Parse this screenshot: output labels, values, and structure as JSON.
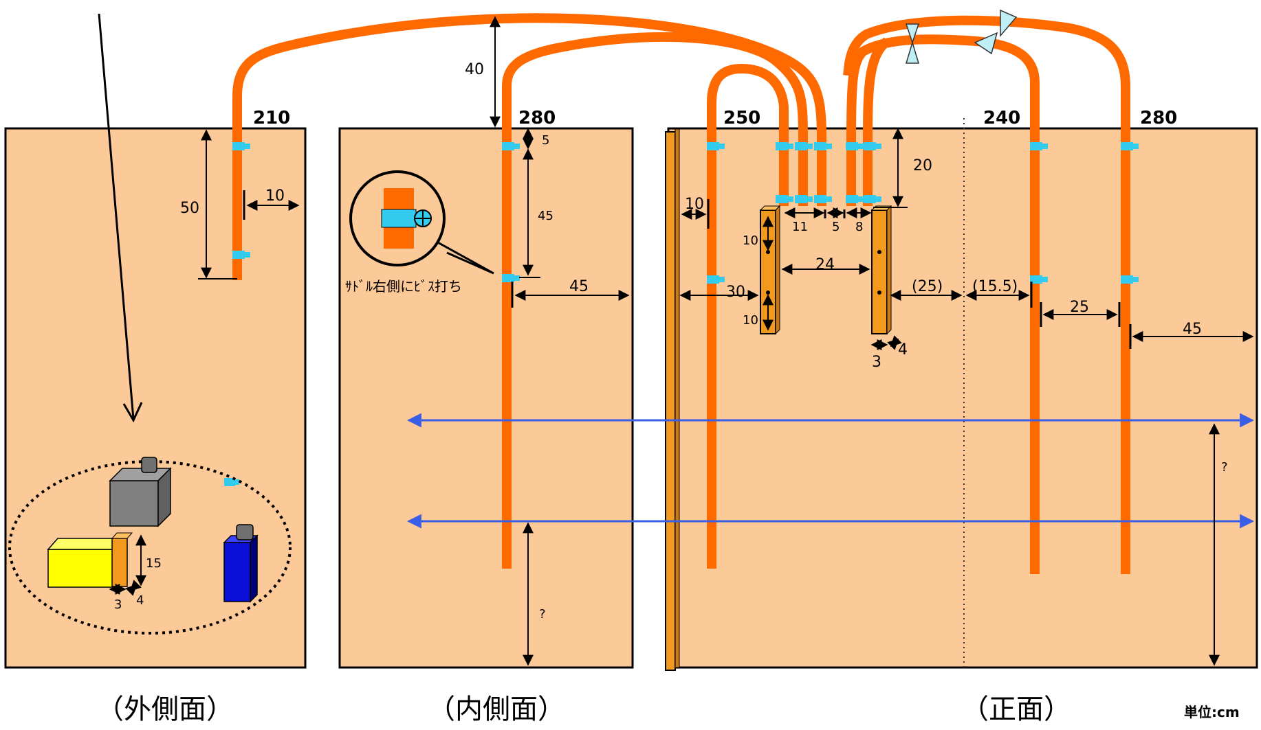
{
  "diagram": {
    "unit_label": "単位:cm",
    "views": [
      {
        "title": "（外側面）"
      },
      {
        "title": "（内側面）"
      },
      {
        "title": "（正面）"
      }
    ],
    "hose_lengths": {
      "outer": "210",
      "inner": "280",
      "front_1": "250",
      "front_2": "240",
      "front_3": "280"
    },
    "dimensions": {
      "outer_50": "50",
      "outer_10": "10",
      "outer_15": "15",
      "outer_3": "3",
      "outer_4": "4",
      "inner_40": "40",
      "inner_5": "5",
      "inner_45v": "45",
      "inner_45h": "45",
      "inner_q": "?",
      "front_10": "10",
      "front_20": "20",
      "front_11": "11",
      "front_5": "5",
      "front_8": "8",
      "front_10a": "10",
      "front_10b": "10",
      "front_24": "24",
      "front_30": "30",
      "front_25p": "(25)",
      "front_155p": "(15.5)",
      "front_25": "25",
      "front_45": "45",
      "front_3": "3",
      "front_4": "4",
      "front_q": "?"
    },
    "note_screw": "ｻﾄﾞﾙ右側にﾋﾞｽ打ち",
    "colors": {
      "panel": "#FCC998",
      "hose": "#FF6A00",
      "saddle": "#33CCEE",
      "post": "#F39A1E",
      "arrow_blue": "#3A5FE6"
    }
  }
}
